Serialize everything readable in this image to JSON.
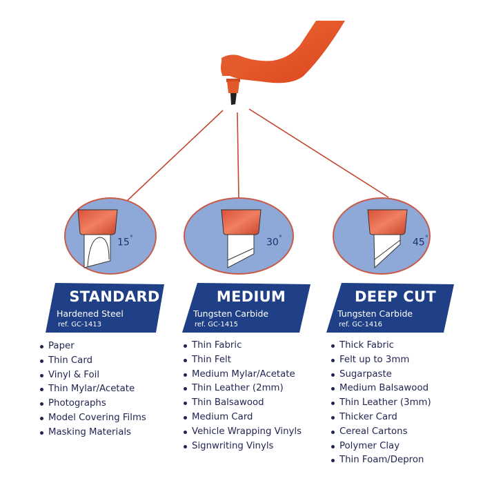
{
  "colors": {
    "handle_orange": "#e8552a",
    "line_red": "#c2452d",
    "circle_fill": "#8ea8d8",
    "circle_border": "#c85a48",
    "banner_navy": "#1f3f86",
    "text_navy": "#1f2350"
  },
  "tool": {
    "icon": "swivel-craft-knife-icon"
  },
  "blades": [
    {
      "angle": "15",
      "angle_unit": "°",
      "name": "STANDARD",
      "material": "Hardened Steel",
      "ref": "ref. GC-1413",
      "uses": [
        "Paper",
        "Thin Card",
        "Vinyl & Foil",
        "Thin Mylar/Acetate",
        "Photographs",
        "Model Covering Films",
        "Masking Materials"
      ]
    },
    {
      "angle": "30",
      "angle_unit": "°",
      "name": "MEDIUM",
      "material": "Tungsten Carbide",
      "ref": "ref. GC-1415",
      "uses": [
        "Thin Fabric",
        "Thin Felt",
        "Medium Mylar/Acetate",
        "Thin Leather (2mm)",
        "Thin Balsawood",
        "Medium Card",
        "Vehicle Wrapping Vinyls",
        "Signwriting Vinyls"
      ]
    },
    {
      "angle": "45",
      "angle_unit": "°",
      "name": "DEEP CUT",
      "material": "Tungsten Carbide",
      "ref": "ref. GC-1416",
      "uses": [
        "Thick Fabric",
        "Felt up to 3mm",
        "Sugarpaste",
        "Medium Balsawood",
        "Thin Leather (3mm)",
        "Thicker Card",
        "Cereal Cartons",
        "Polymer Clay",
        "Thin Foam/Depron"
      ]
    }
  ]
}
